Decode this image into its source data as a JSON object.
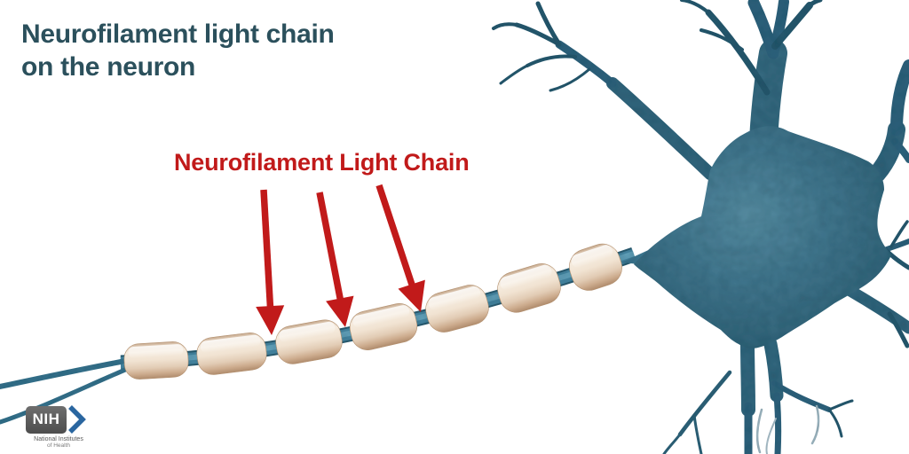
{
  "header": {
    "title_line1": "Neurofilament light chain",
    "title_line2": "on the neuron",
    "title_color": "#2b505c"
  },
  "annotation": {
    "label": "Neurofilament Light Chain",
    "color": "#c11a1a",
    "arrow_count": 3
  },
  "diagram": {
    "subject": "neuron illustration",
    "soma_color": "#3d7089",
    "dendrite_color": "#31637a",
    "axon_node_color": "#44839f",
    "myelin_color": "#eadbc8",
    "myelin_segment_count": 7
  },
  "nih_logo": {
    "acronym": "NIH",
    "org_line1": "National Institutes",
    "org_line2": "of Health",
    "box_color": "#58595b",
    "chevron_color": "#2a66a0"
  }
}
